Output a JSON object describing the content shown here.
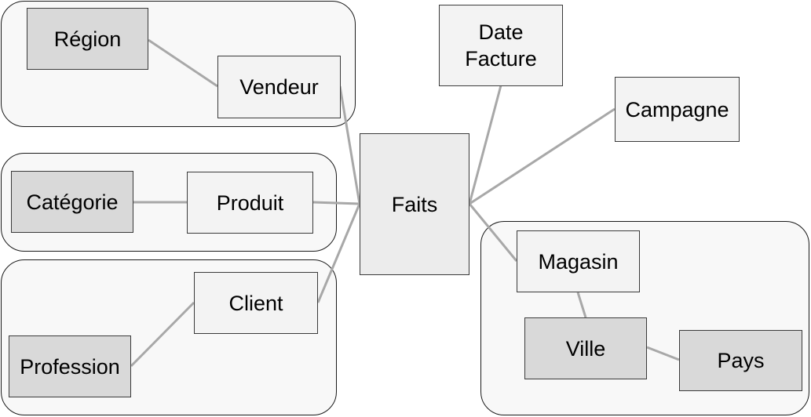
{
  "diagram": {
    "nodes": {
      "region": "Région",
      "vendeur": "Vendeur",
      "categorie": "Catégorie",
      "produit": "Produit",
      "client": "Client",
      "profession": "Profession",
      "faits": "Faits",
      "date_facture_line1": "Date",
      "date_facture_line2": "Facture",
      "campagne": "Campagne",
      "magasin": "Magasin",
      "ville": "Ville",
      "pays": "Pays"
    },
    "colors": {
      "group_fill": "#f8f8f8",
      "group_border": "#1a1a1a",
      "dimension_fill": "#f3f3f3",
      "hierarchy_fill": "#d9d9d9",
      "fact_fill": "#ececec",
      "link": "#a8a8a8"
    }
  }
}
